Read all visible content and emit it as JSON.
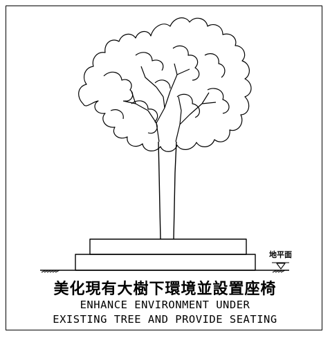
{
  "caption": {
    "chinese": "美化現有大樹下環境並設置座椅",
    "english_line1": "ENHANCE ENVIRONMENT UNDER",
    "english_line2": "EXISTING TREE AND PROVIDE SEATING"
  },
  "ground_level_label": "地平面",
  "icons": [
    "tree-canopy",
    "tree-trunk",
    "planter-base",
    "ground-level-marker"
  ]
}
